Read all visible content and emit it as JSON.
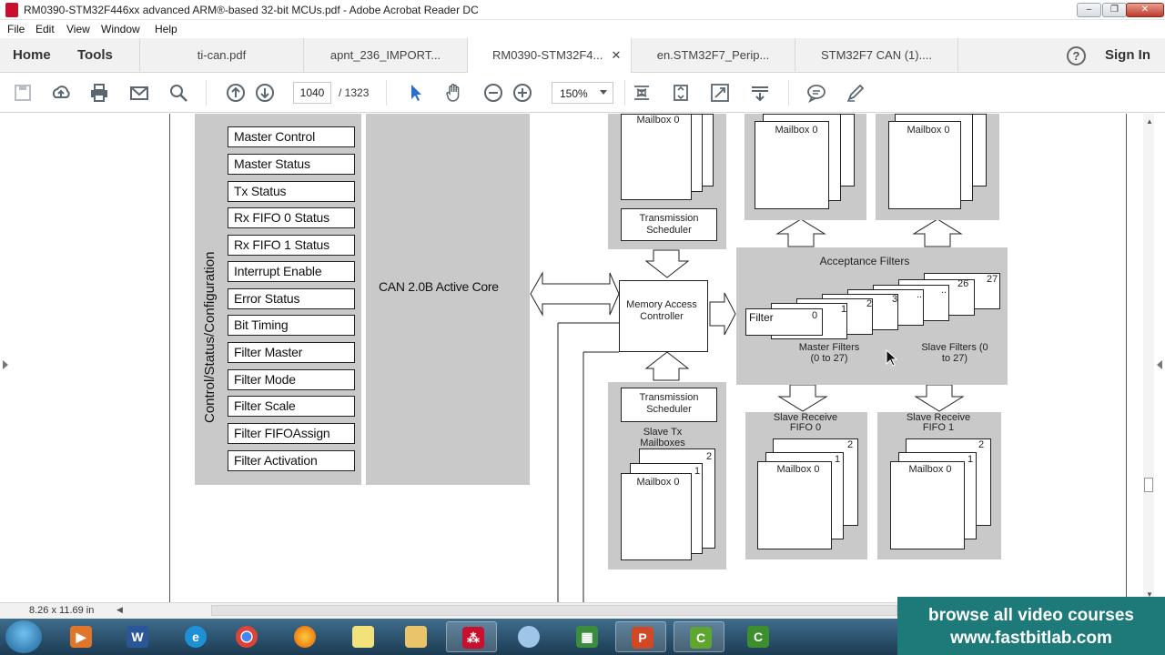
{
  "window": {
    "title": "RM0390-STM32F446xx advanced ARM®-based 32-bit MCUs.pdf - Adobe Acrobat Reader DC",
    "minimize": "–",
    "maximize": "❐",
    "close": "✕"
  },
  "menu": {
    "file": "File",
    "edit": "Edit",
    "view": "View",
    "window": "Window",
    "help": "Help"
  },
  "nav": {
    "home": "Home",
    "tools": "Tools",
    "sign_in": "Sign In",
    "help_glyph": "?"
  },
  "tabs": [
    {
      "label": "ti-can.pdf"
    },
    {
      "label": "apnt_236_IMPORT..."
    },
    {
      "label": "RM0390-STM32F4...",
      "close": "✕"
    },
    {
      "label": "en.STM32F7_Perip..."
    },
    {
      "label": "STM32F7 CAN (1)...."
    }
  ],
  "toolbar": {
    "page_current": "1040",
    "page_total": "/ 1323",
    "zoom": "150%"
  },
  "diagram": {
    "side_label": "Control/Status/Configuration",
    "registers": [
      "Master Control",
      "Master Status",
      "Tx Status",
      "Rx FIFO 0 Status",
      "Rx FIFO 1 Status",
      "Interrupt Enable",
      "Error Status",
      "Bit Timing",
      "Filter Master",
      "Filter Mode",
      "Filter Scale",
      "Filter FIFOAssign",
      "Filter Activation"
    ],
    "core": "CAN 2.0B Active Core",
    "mailbox": "Mailbox 0",
    "tx_scheduler": "Transmission Scheduler",
    "mac": "Memory Access Controller",
    "slave_tx": "Slave Tx Mailboxes",
    "acceptance": "Acceptance Filters",
    "filter_label": "Filter",
    "filter_nums": [
      "0",
      "1",
      "2",
      "3",
      "..",
      "..",
      "26",
      "27"
    ],
    "master_filters": "Master Filters (0 to 27)",
    "slave_filters": "Slave Filters (0 to 27)",
    "slave_fifo0": "Slave Receive FIFO 0",
    "slave_fifo1": "Slave Receive FIFO 1",
    "stack_nums": {
      "one": "1",
      "two": "2"
    }
  },
  "status": {
    "page_size": "8.26 x 11.69 in"
  },
  "promo": {
    "line1": "browse all video courses",
    "line2": "www.fastbitlab.com"
  },
  "colors": {
    "diagram_gray": "#c9c9c9",
    "promo": "#1d7a78",
    "taskbar": "#2a5573"
  }
}
